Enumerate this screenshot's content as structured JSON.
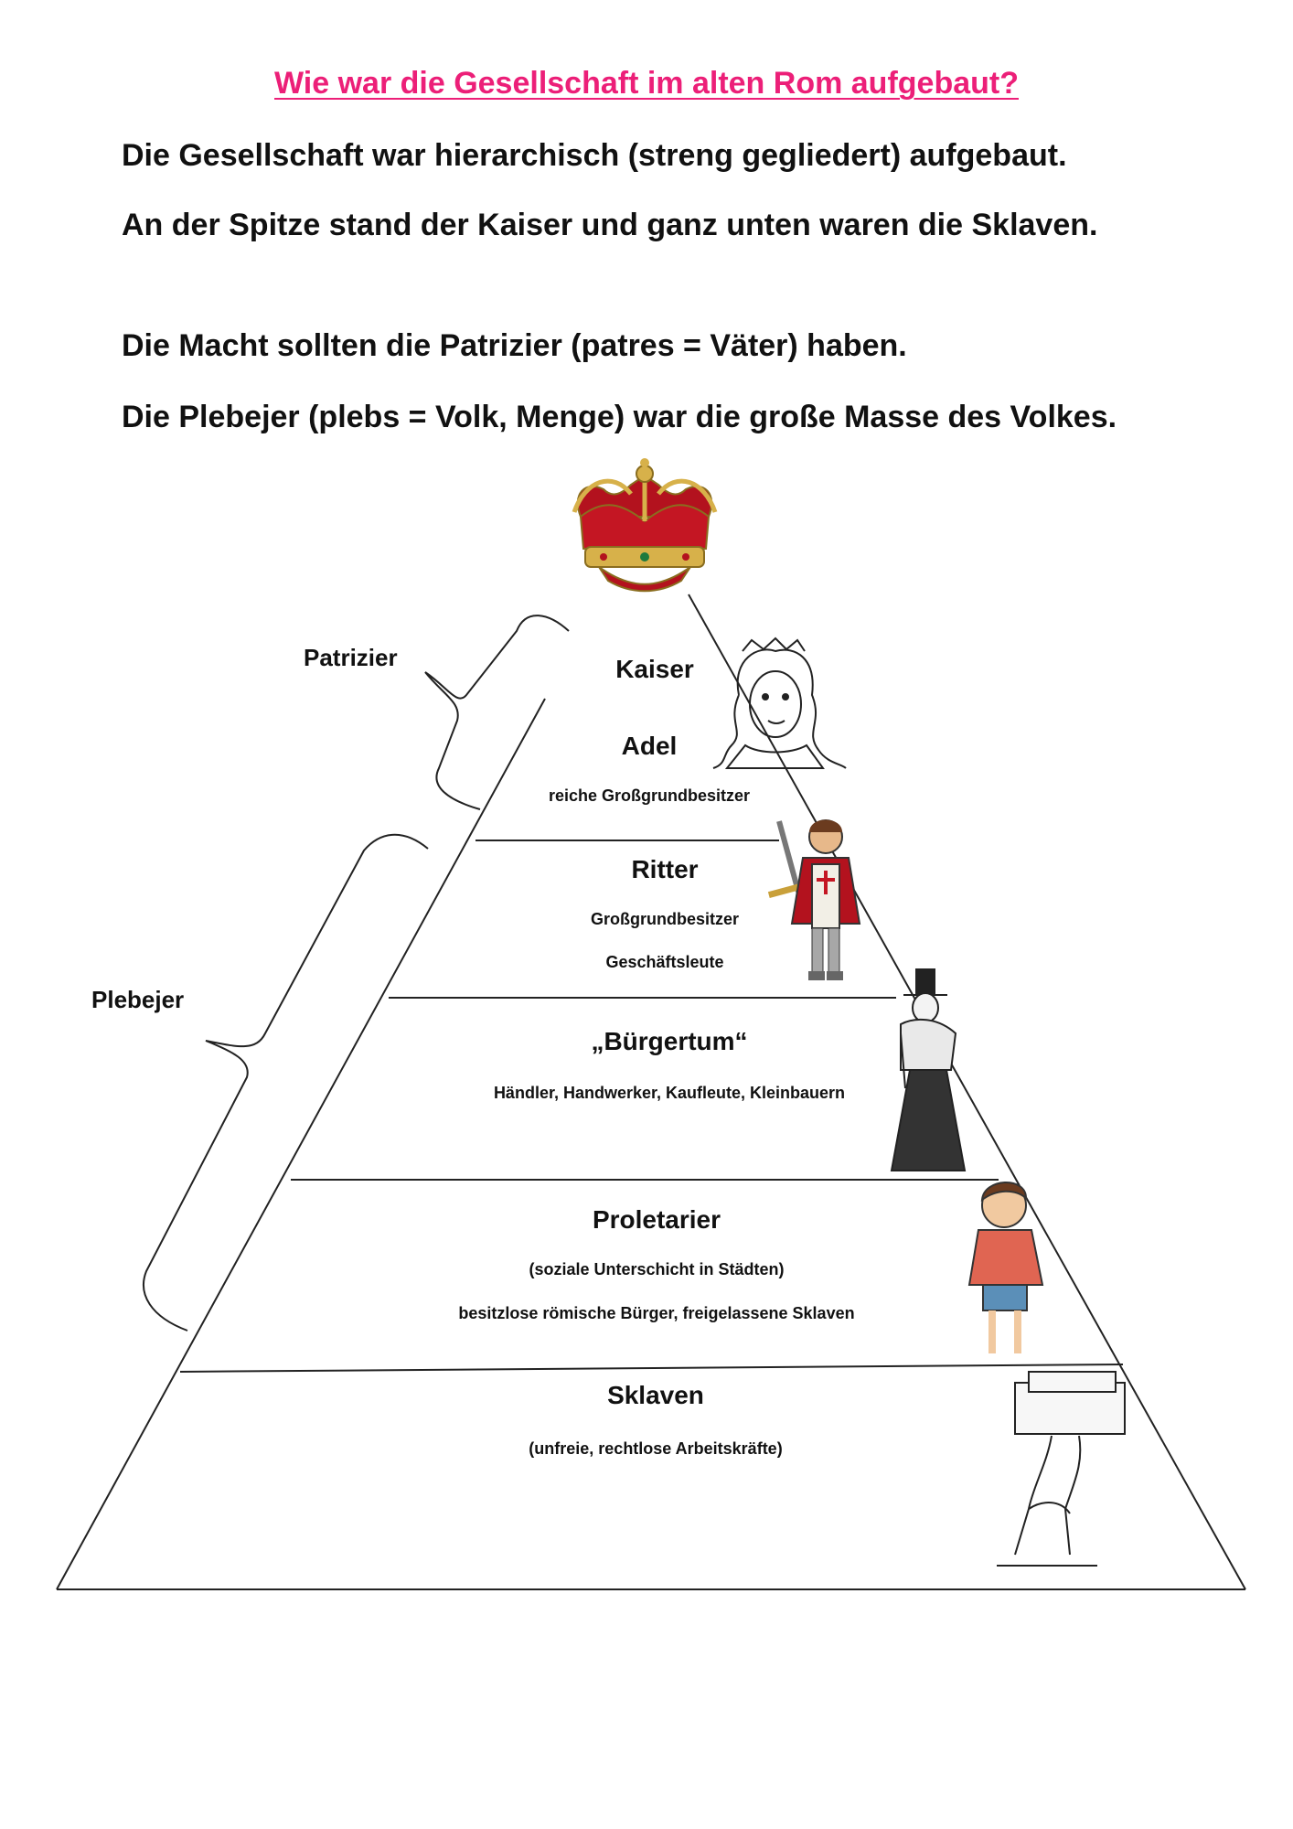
{
  "title": "Wie war die Gesellschaft im alten Rom aufgebaut?",
  "paragraphs": [
    "Die Gesellschaft war hierarchisch (streng gegliedert) aufgebaut.",
    "An der Spitze stand der Kaiser und ganz unten waren die Sklaven.",
    "Die Macht sollten die Patrizier (patres = Väter) haben.",
    "Die Plebejer (plebs = Volk, Menge) war die große Masse des Volkes."
  ],
  "groups": {
    "upper": "Patrizier",
    "lower": "Plebejer"
  },
  "levels": [
    {
      "name": "Kaiser",
      "detail": ""
    },
    {
      "name": "Adel",
      "detail": "reiche Großgrundbesitzer"
    },
    {
      "name": "Ritter",
      "detail": "Großgrundbesitzer",
      "detail2": "Geschäftsleute"
    },
    {
      "name": "„Bürgertum“",
      "detail": "Händler, Handwerker, Kaufleute, Kleinbauern"
    },
    {
      "name": "Proletarier",
      "detail": "(soziale Unterschicht in Städten)",
      "detail2": "besitzlose römische Bürger, freigelassene Sklaven"
    },
    {
      "name": "Sklaven",
      "detail": "(unfreie, rechtlose Arbeitskräfte)"
    }
  ],
  "colors": {
    "title": "#ec1f78",
    "crown_red": "#b3121e",
    "crown_gold": "#d7b14a"
  },
  "icons": [
    "crown-icon",
    "princess-portrait-icon",
    "knight-icon",
    "woman-hat-icon",
    "poor-boy-icon",
    "slave-carrying-icon"
  ]
}
